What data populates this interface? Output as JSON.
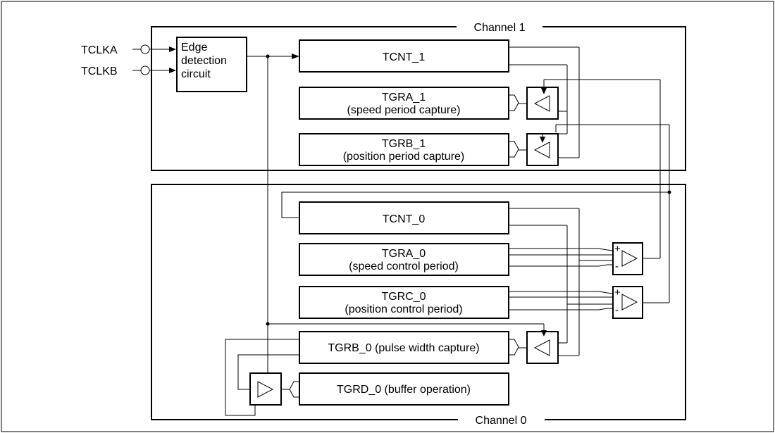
{
  "channel1": {
    "label": "Channel 1"
  },
  "channel0": {
    "label": "Channel 0"
  },
  "inputs": {
    "tclka": "TCLKA",
    "tclkb": "TCLKB"
  },
  "edge": {
    "line1": "Edge",
    "line2": "detection",
    "line3": "circuit"
  },
  "registers": {
    "tcnt1": "TCNT_1",
    "tgra1": {
      "name": "TGRA_1",
      "desc": "(speed period capture)"
    },
    "tgrb1": {
      "name": "TGRB_1",
      "desc": "(position period capture)"
    },
    "tcnt0": "TCNT_0",
    "tgra0": {
      "name": "TGRA_0",
      "desc": "(speed control period)"
    },
    "tgrc0": {
      "name": "TGRC_0",
      "desc": "(position control period)"
    },
    "tgrb0": "TGRB_0 (pulse width capture)",
    "tgrd0": "TGRD_0 (buffer operation)"
  },
  "comparator": {
    "plus": "+",
    "minus": "-"
  }
}
